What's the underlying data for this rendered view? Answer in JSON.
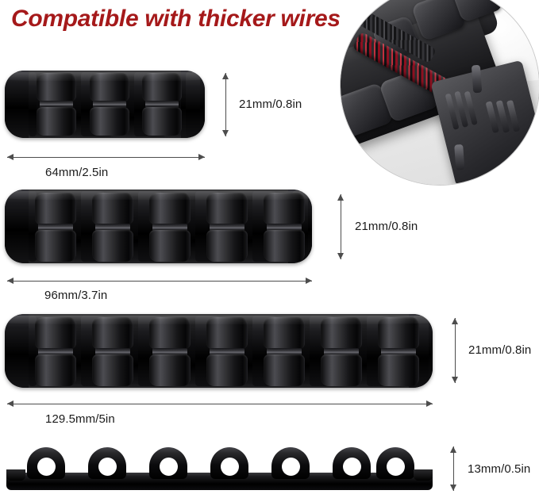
{
  "headline": {
    "text": "Compatible with thicker wires",
    "color": "#A5191A"
  },
  "inset_photo": {
    "name": "closeup-clip-with-braided-cable",
    "description": "Close-up of black cable clip holding a red and black braided cable next to a connector",
    "cable_colors": [
      "#8E1020",
      "#C2303E",
      "#1A1A1C"
    ],
    "clip_color": "#1C1C1F"
  },
  "products": [
    {
      "id": "clip-3-slot",
      "slots": 3,
      "width_label": "64mm/2.5in",
      "height_label": "21mm/0.8in",
      "view": "top"
    },
    {
      "id": "clip-5-slot",
      "slots": 5,
      "width_label": "96mm/3.7in",
      "height_label": "21mm/0.8in",
      "view": "top"
    },
    {
      "id": "clip-7-slot",
      "slots": 7,
      "width_label": "129.5mm/5in",
      "height_label": "21mm/0.8in",
      "view": "top"
    },
    {
      "id": "clip-side-profile",
      "slots": 7,
      "width_label": "",
      "height_label": "13mm/0.5in",
      "view": "side"
    }
  ],
  "colors": {
    "background": "#FFFFFF",
    "product_black": "#000000",
    "dimension_line": "#4D4D4D",
    "dimension_text": "#1B1B1B",
    "title_red": "#A5191A"
  }
}
